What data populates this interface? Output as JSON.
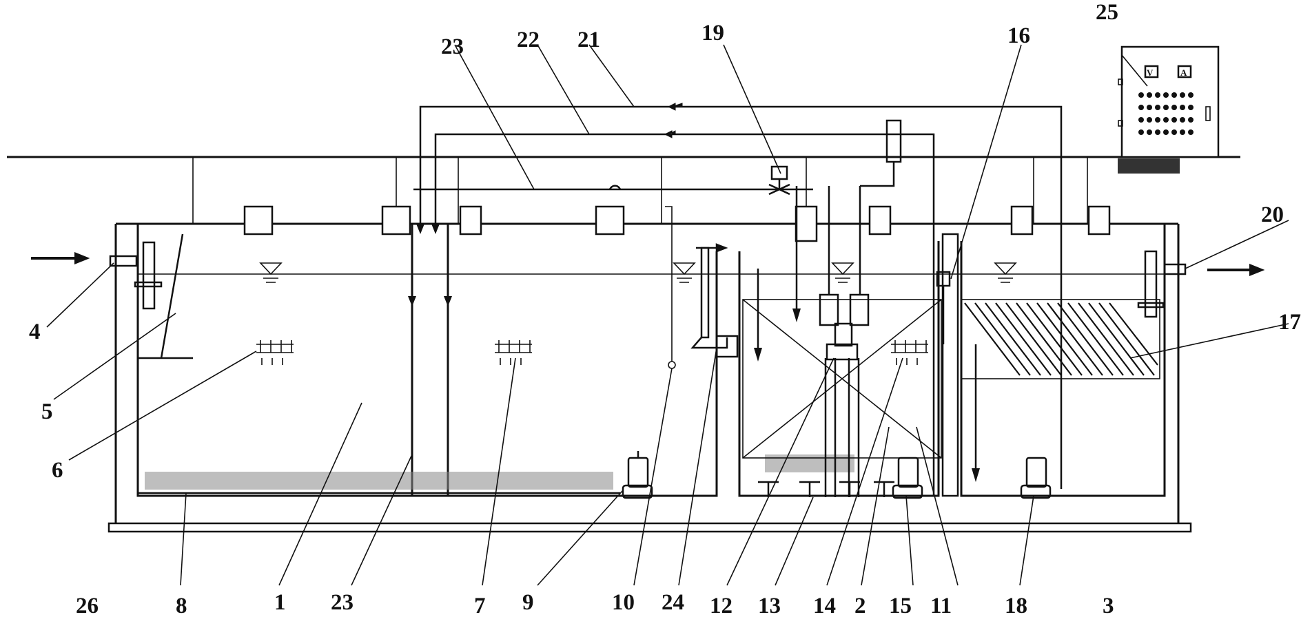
{
  "labels": {
    "n1": "1",
    "n2": "2",
    "n3": "3",
    "n4": "4",
    "n5": "5",
    "n6": "6",
    "n7": "7",
    "n8": "8",
    "n9": "9",
    "n10": "10",
    "n11": "11",
    "n12": "12",
    "n13": "13",
    "n14": "14",
    "n15": "15",
    "n16": "16",
    "n17": "17",
    "n18": "18",
    "n19": "19",
    "n20": "20",
    "n21": "21",
    "n22": "22",
    "n23a": "23",
    "n23b": "23",
    "n24": "24",
    "n25": "25",
    "n26": "26"
  },
  "control_panel": {
    "meter_left": "V",
    "meter_right": "A"
  },
  "colors": {
    "line": "#111111",
    "background": "#ffffff",
    "sediment": "#888888"
  }
}
